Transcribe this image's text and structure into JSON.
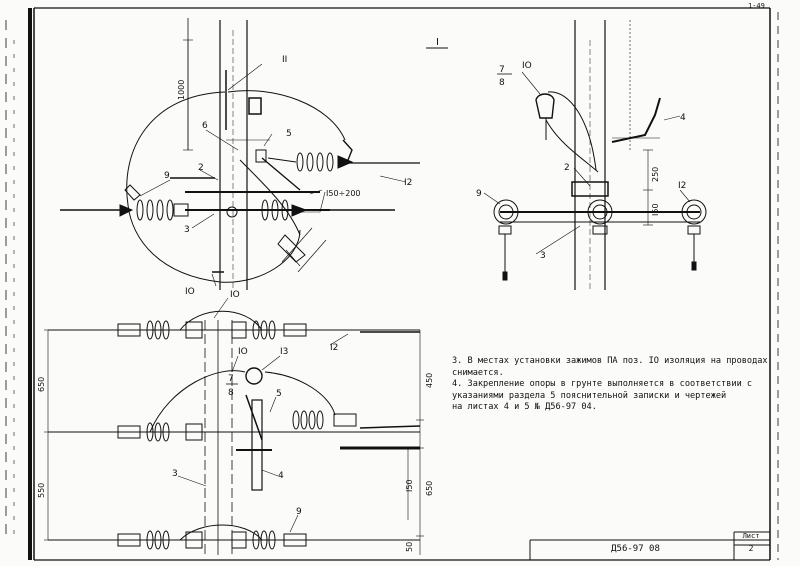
{
  "page_number": "1-49",
  "title_block": {
    "code": "Д56-97  08",
    "sheet_label": "Лист",
    "sheet_number": "2"
  },
  "view_marker": "I",
  "notes": [
    "3. В местах установки зажимов ПА поз. IO изоляция на проводах",
    "    снимается.",
    "4. Закрепление опоры в грунте выполняется в соответствии с",
    "    указаниями раздела 5 пояснительной записки и чертежей",
    "    на листах 4 и 5 № Д56-97 04."
  ],
  "top_left_view": {
    "dimension_vertical": "1000",
    "dimension_range": "I50÷200",
    "callouts": [
      "II",
      "6",
      "5",
      "2",
      "9",
      "3",
      "IO",
      "I2"
    ]
  },
  "top_right_view": {
    "fraction_top": "7",
    "fraction_bottom": "8",
    "callouts": [
      "IO",
      "4",
      "2",
      "9",
      "I2",
      "3"
    ],
    "dimension_upper": "250",
    "dimension_lower": "I50"
  },
  "bottom_view": {
    "callouts": [
      "IO",
      "I2",
      "IO",
      "I3",
      "5",
      "3",
      "4",
      "9"
    ],
    "fraction_top": "7",
    "fraction_bottom": "8",
    "left_dims": [
      "650",
      "550"
    ],
    "right_dims": [
      "450",
      "I50",
      "650",
      "50"
    ]
  }
}
